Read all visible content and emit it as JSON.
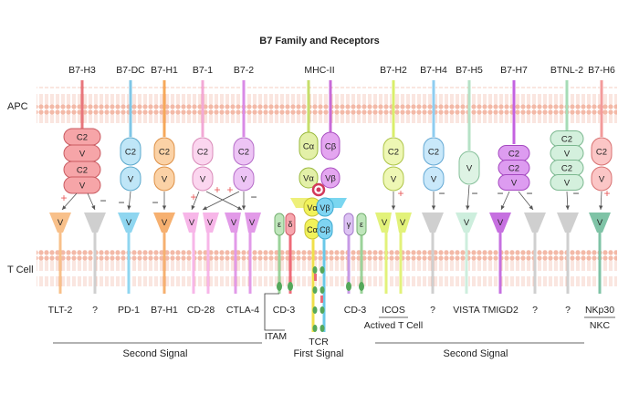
{
  "title": "B7  Family and Receptors",
  "side_labels": {
    "apc": "APC",
    "tcell": "T  Cell"
  },
  "apc_ligands": [
    "B7-H3",
    "B7-DC",
    "B7-H1",
    "B7-1",
    "B7-2",
    "MHC-II",
    "B7-H2",
    "B7-H4",
    "B7-H5",
    "B7-H7",
    "BTNL-2",
    "B7-H6"
  ],
  "domains": {
    "c2": "C2",
    "v": "V",
    "calpha": "Cα",
    "cbeta": "Cβ",
    "valpha": "Vα",
    "vbeta": "Vβ"
  },
  "cd3_chains": {
    "epsilon": "ε",
    "delta": "δ",
    "gamma": "γ"
  },
  "signs": {
    "plus": "+",
    "minus": "−"
  },
  "receptors": [
    "TLT-2",
    "?",
    "PD-1",
    "B7-H1",
    "CD-28",
    "CTLA-4",
    "CD-3",
    "CD-3",
    "ICOS",
    "?",
    "VISTA",
    "TMIGD2",
    "?",
    "?",
    "NKp30"
  ],
  "sub_labels": {
    "actived": "Actived T Cell",
    "nkc": "NKC",
    "itam": "ITAM",
    "tcr": "TCR"
  },
  "group_labels": {
    "second_left": "Second Signal",
    "first": "First Signal",
    "second_right": "Second Signal"
  }
}
